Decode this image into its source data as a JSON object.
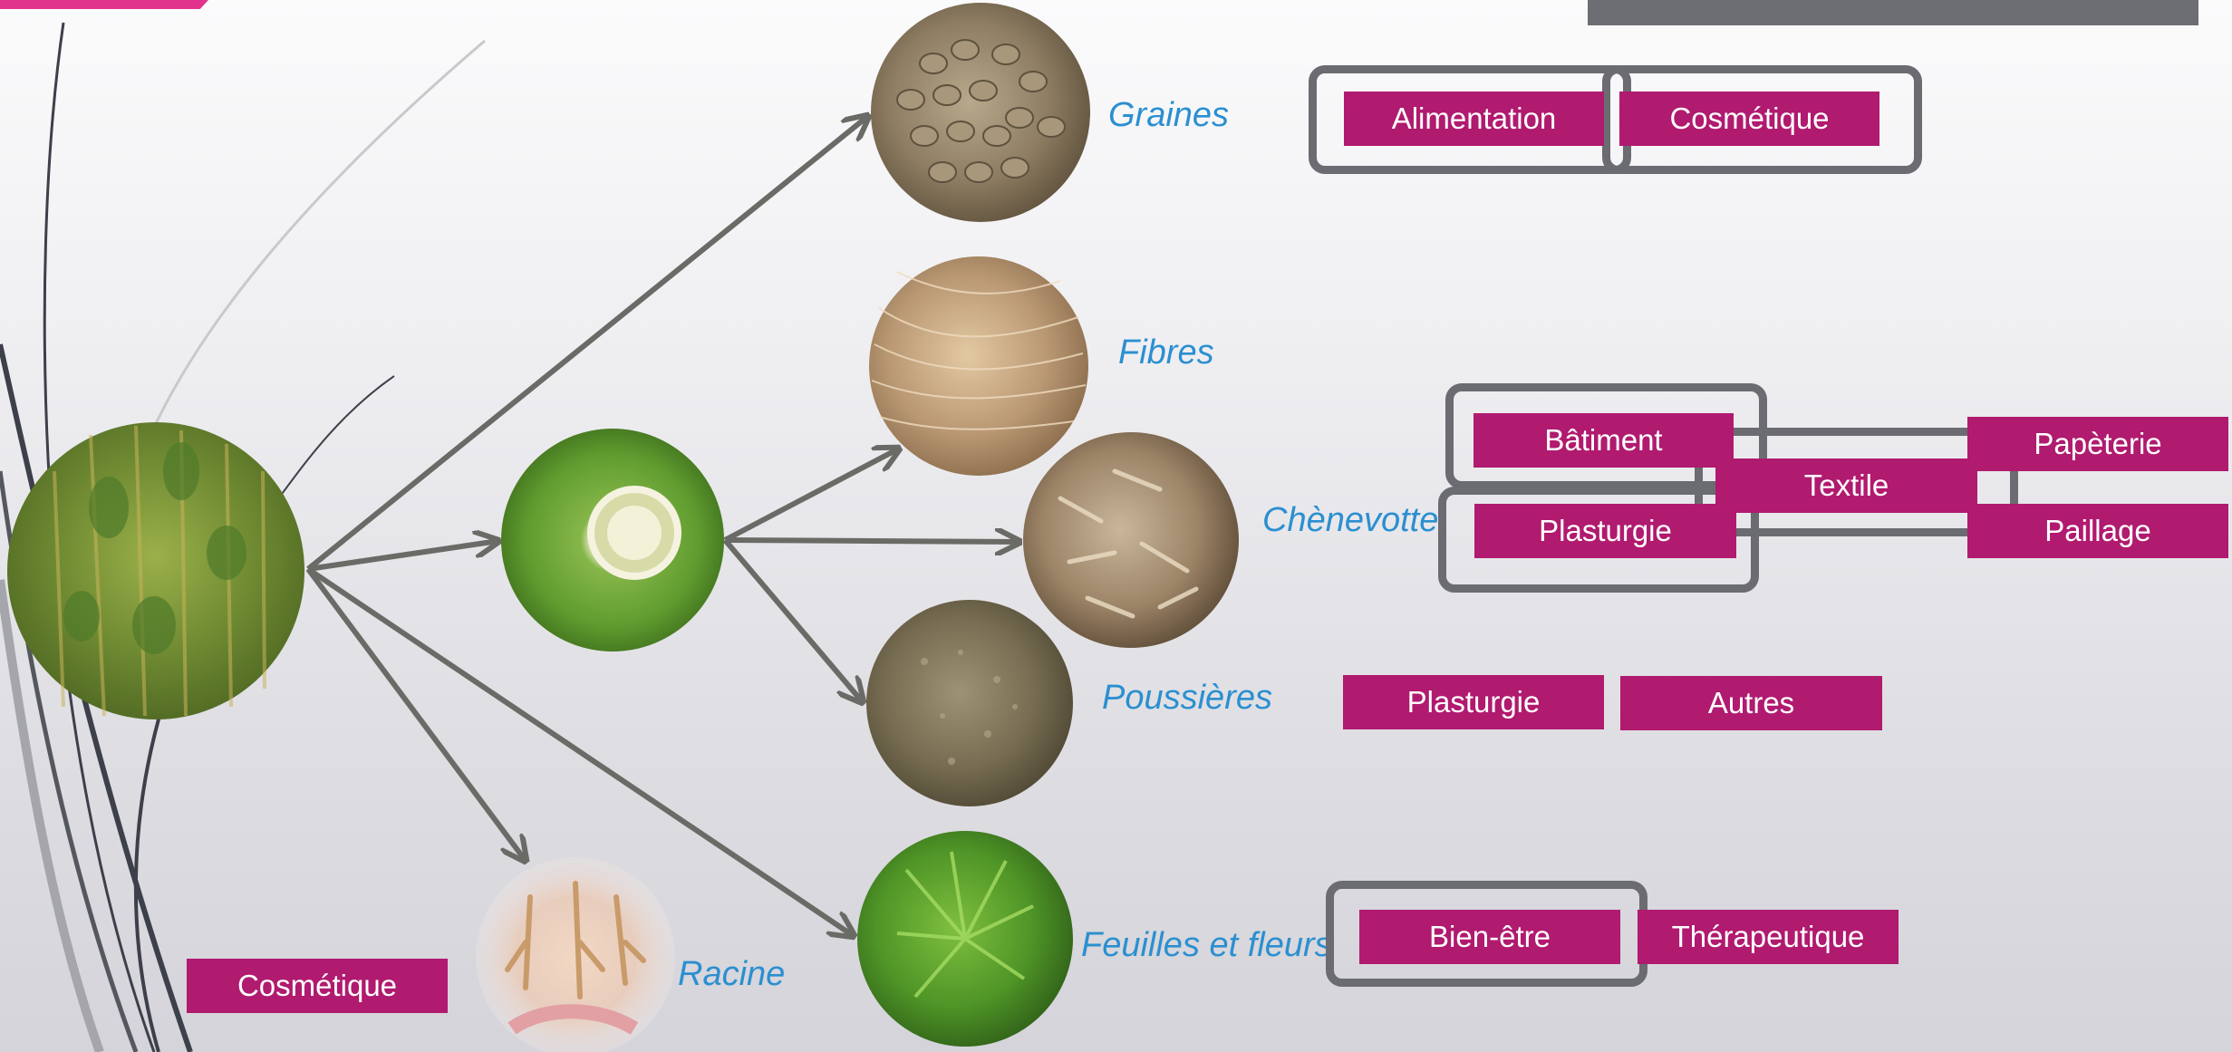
{
  "colors": {
    "tag_bg": "#b01a6f",
    "label": "#2b8fd0",
    "arrow": "#6a6b66",
    "frame": "#6b6b72"
  },
  "images": {
    "plant": "hemp-field-photo",
    "stem": "hemp-stem-cross-section-photo",
    "seeds": "hemp-seeds-photo",
    "fibres": "hemp-fibres-photo",
    "chenevotte": "hemp-hurd-photo",
    "dust": "hemp-dust-photo",
    "leaves": "hemp-leaves-photo",
    "root": "hemp-root-photo"
  },
  "labels": {
    "graines": "Graines",
    "fibres": "Fibres",
    "chenevotte": "Chènevotte",
    "poussieres": "Poussières",
    "feuilles": "Feuilles et fleurs",
    "racine": "Racine"
  },
  "uses": {
    "graines": [
      "Alimentation",
      "Cosmétique"
    ],
    "chenevotte": [
      "Bâtiment",
      "Plasturgie",
      "Textile",
      "Papèterie",
      "Paillage"
    ],
    "poussieres": [
      "Plasturgie",
      "Autres"
    ],
    "feuilles": [
      "Bien-être",
      "Thérapeutique"
    ],
    "racine": [
      "Cosmétique"
    ]
  }
}
